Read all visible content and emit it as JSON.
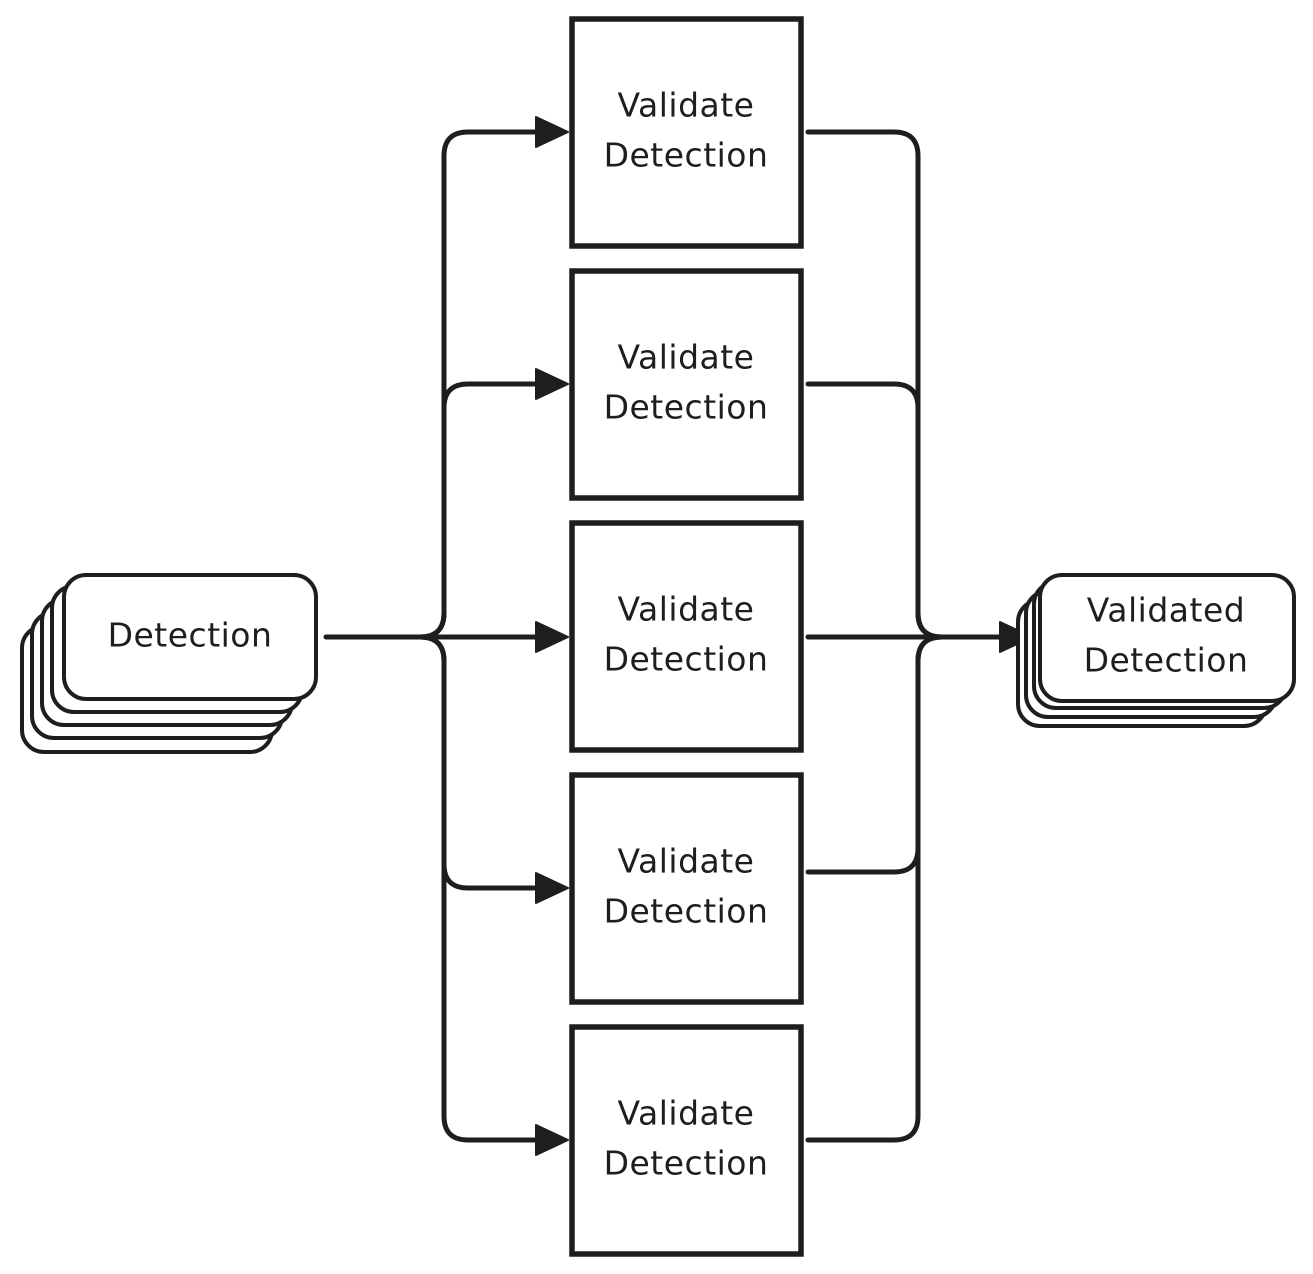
{
  "source": {
    "label": "Detection"
  },
  "validators": [
    {
      "line1": "Validate",
      "line2": "Detection"
    },
    {
      "line1": "Validate",
      "line2": "Detection"
    },
    {
      "line1": "Validate",
      "line2": "Detection"
    },
    {
      "line1": "Validate",
      "line2": "Detection"
    },
    {
      "line1": "Validate",
      "line2": "Detection"
    }
  ],
  "output": {
    "line1": "Validated",
    "line2": "Detection"
  },
  "colors": {
    "stroke": "#1e1e1e",
    "fill": "#ffffff",
    "background": "#ffffff"
  }
}
